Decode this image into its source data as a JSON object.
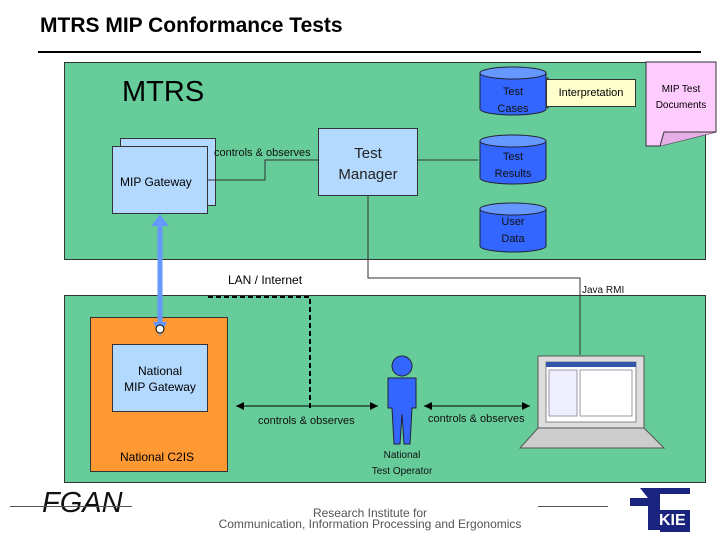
{
  "title": "MTRS MIP Conformance Tests",
  "mtrs_label": "MTRS",
  "mip_gateway": "MIP Gateway",
  "controls_observes": "controls & observes",
  "test_manager": "Test\nManager",
  "test_cases": "Test\nCases",
  "test_results": "Test\nResults",
  "user_data": "User\nData",
  "interpretation": "Interpretation",
  "mip_test_documents": "MIP Test\nDocuments",
  "lan_internet": "LAN / Internet",
  "java_rmi": "Java RMI",
  "national_mip_gateway": "National\nMIP Gateway",
  "national_c2is": "National C2IS",
  "controls_observes_left": "controls & observes",
  "controls_observes_right": "controls & observes",
  "national_test_operator": "National\nTest Operator",
  "fgan": "FGAN",
  "footer_line1": "Research Institute for",
  "footer_line2": "Communication, Information Processing and Ergonomics",
  "logo_text": "KIE",
  "colors": {
    "panel_green": "#66cc99",
    "box_blue": "#b3d9ff",
    "orange": "#ff9933",
    "cylinder_blue": "#3366ff",
    "doc_pink": "#ffccff",
    "arrow_blue": "#6699ff",
    "logo_navy": "#1a237e"
  }
}
